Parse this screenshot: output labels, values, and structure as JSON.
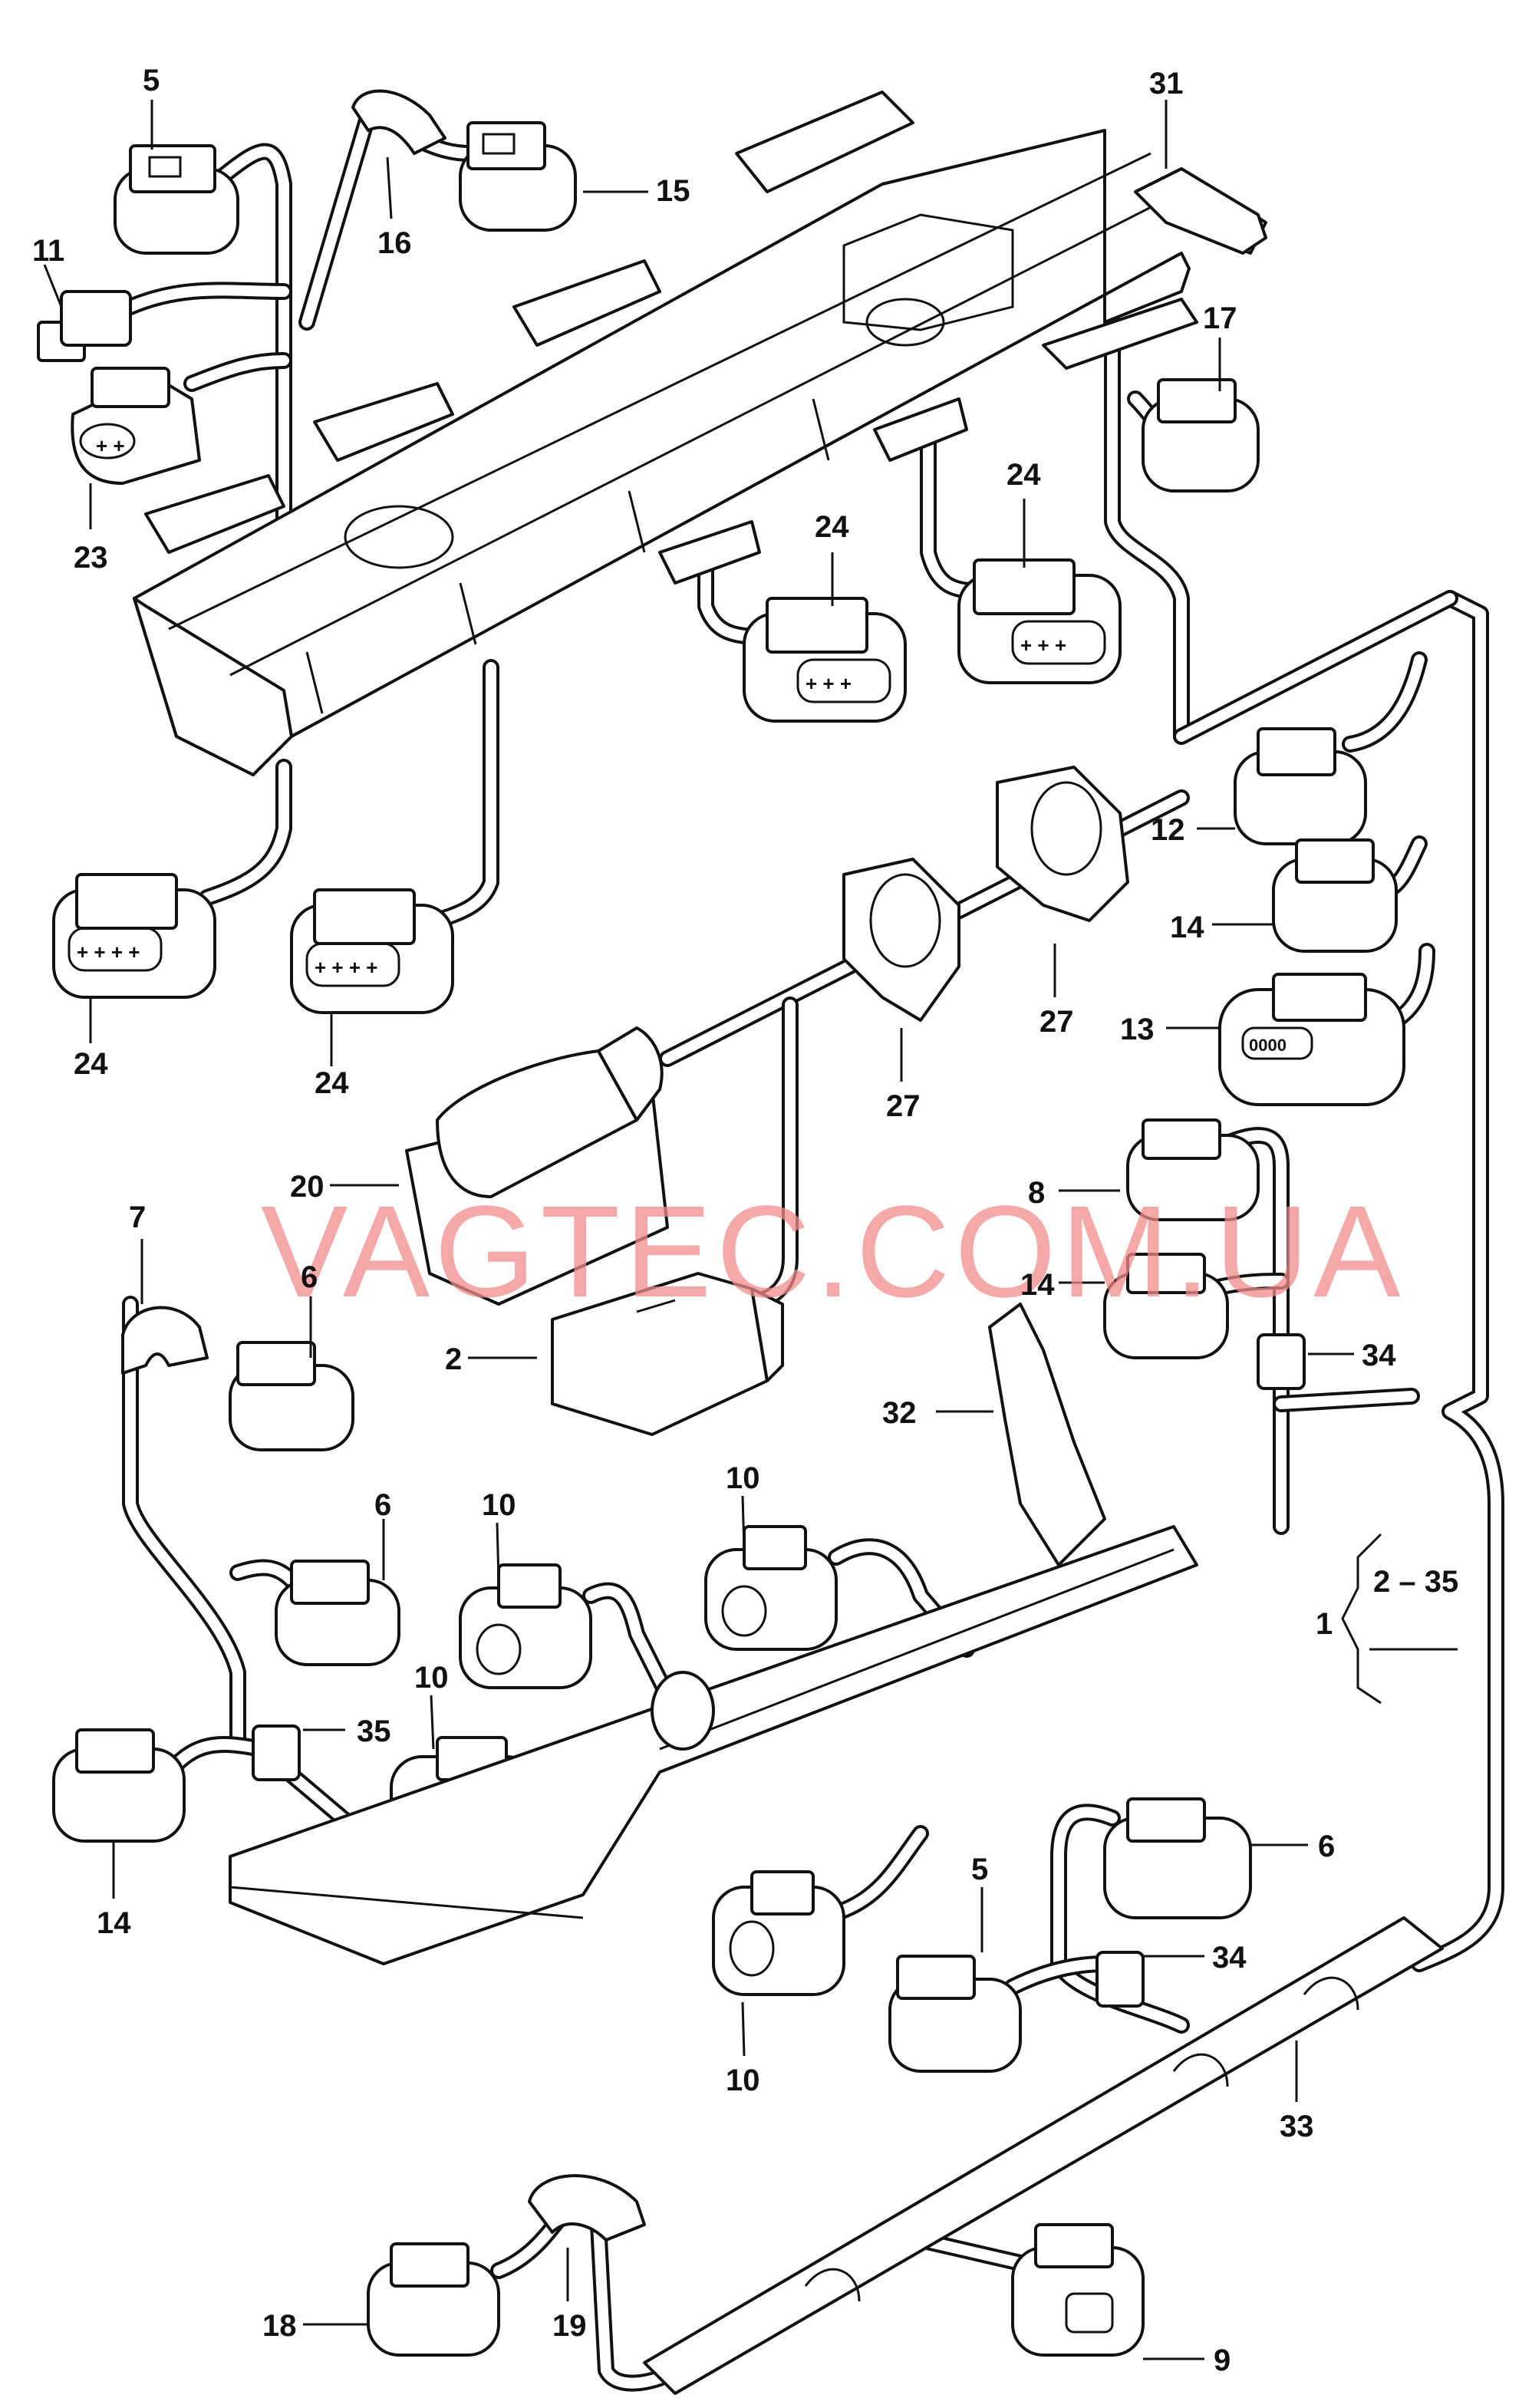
{
  "watermark": "VAGTEC.COM.UA",
  "labels": {
    "l5a": "5",
    "l11": "11",
    "l16": "16",
    "l15": "15",
    "l31": "31",
    "l17": "17",
    "l23": "23",
    "l24a": "24",
    "l24b": "24",
    "l24c": "24",
    "l24d": "24",
    "l12": "12",
    "l14a": "14",
    "l13": "13",
    "l27a": "27",
    "l27b": "27",
    "l20": "20",
    "l7": "7",
    "l6a": "6",
    "l8": "8",
    "l14b": "14",
    "l34a": "34",
    "l2": "2",
    "l32": "32",
    "l6b": "6",
    "l10a": "10",
    "l10b": "10",
    "l1": "1",
    "l2_35": "2 – 35",
    "l10c": "10",
    "l35": "35",
    "l14c": "14",
    "l6c": "6",
    "l5b": "5",
    "l34b": "34",
    "l10d": "10",
    "l33": "33",
    "l18": "18",
    "l19": "19",
    "l9": "9"
  }
}
